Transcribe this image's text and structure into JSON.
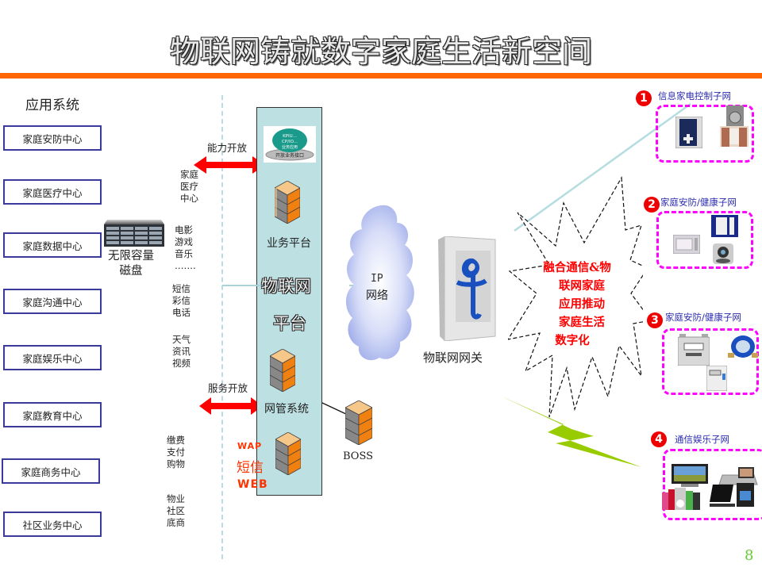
{
  "title": "物联网铸就数字家庭生活新空间",
  "app_systems": {
    "heading": "应用系统",
    "items": [
      {
        "label": "家庭安防中心"
      },
      {
        "label": "家庭医疗中心"
      },
      {
        "label": "家庭数据中心"
      },
      {
        "label": "家庭沟通中心"
      },
      {
        "label": "家庭娱乐中心"
      },
      {
        "label": "家庭教育中心"
      },
      {
        "label": "家庭商务中心"
      },
      {
        "label": "社区业务中心"
      }
    ]
  },
  "services": [
    {
      "lines": "家庭\n医疗\n中心"
    },
    {
      "lines": "电影\n游戏\n音乐\n……."
    },
    {
      "lines": "短信\n彩信\n电话"
    },
    {
      "lines": "天气\n资讯\n视频"
    },
    {
      "lines": "缴费\n支付\n购物"
    },
    {
      "lines": "物业\n社区\n底商"
    }
  ],
  "storage": {
    "label": "无限容量\n磁盘"
  },
  "arrows": {
    "capability_open": "能力开放",
    "service_open": "服务开放"
  },
  "platform": {
    "open_interface_text": "开放业务接口",
    "open_interface_lines": [
      "KPIU...",
      "CP/IO...",
      "业务应用"
    ],
    "business_platform": "业务平台",
    "name_line1": "物联网",
    "name_line2": "平台",
    "nms": "网管系统",
    "channels": {
      "wap": "WAP",
      "sms": "短信",
      "web": "WEB"
    }
  },
  "boss": {
    "label": "BOSS"
  },
  "ip_network": {
    "line1": "IP",
    "line2": "网络"
  },
  "gateway": {
    "label": "物联网网关"
  },
  "burst": {
    "lines": [
      "融合通信&物",
      "联网家庭",
      "应用推动",
      "家庭生活",
      "数字化"
    ]
  },
  "subnets": [
    {
      "number": "1",
      "label": "信息家电控制子网",
      "devices": [
        "control-panel",
        "washing-machine",
        "curtain"
      ]
    },
    {
      "number": "2",
      "label": "家庭安防/健康子网",
      "devices": [
        "door-sensor",
        "microwave",
        "webcam"
      ]
    },
    {
      "number": "3",
      "label": "家庭安防/健康子网",
      "devices": [
        "gas-meter",
        "water-meter",
        "electric-meter"
      ]
    },
    {
      "number": "4",
      "label": "通信娱乐子网",
      "devices": [
        "tv",
        "video-phone",
        "mp3-players",
        "computer"
      ]
    }
  ],
  "colors": {
    "accent_orange": "#ff6600",
    "platform_fill": "#bde0e3",
    "arrow_red": "#ff0000",
    "subnet_border": "#ff00ff",
    "lightning": "#99cc00",
    "page_number": "#66cc33"
  },
  "page_number": "8"
}
